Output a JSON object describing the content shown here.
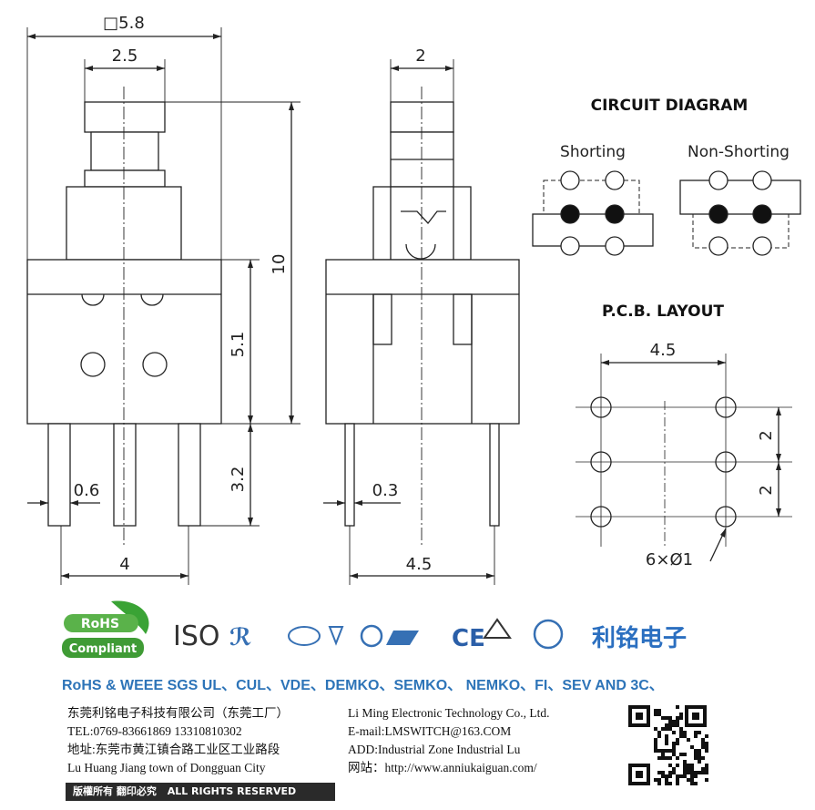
{
  "front_view": {
    "width_dim": "□5.8",
    "actuator_dim": "2.5",
    "height_dim": "10",
    "body_dim": "5.1",
    "pin_length_dim": "3.2",
    "pin_width_dim": "0.6",
    "pin_pitch_dim": "4"
  },
  "side_view": {
    "actuator_dim": "2",
    "pin_thickness_dim": "0.3",
    "pin_pitch_dim": "4.5"
  },
  "circuit": {
    "title": "CIRCUIT DIAGRAM",
    "shorting_label": "Shorting",
    "non_shorting_label": "Non-Shorting"
  },
  "pcb": {
    "title": "P.C.B. LAYOUT",
    "x_dim": "4.5",
    "y_dim_top": "2",
    "y_dim_bottom": "2",
    "holes_label": "6×Ø1"
  },
  "certs": {
    "rohs_top": "RoHS",
    "rohs_bottom": "Compliant",
    "iso": "ISO",
    "brand": "利铭电子",
    "line": "RoHS & WEEE SGS UL、CUL、VDE、DEMKO、SEMKO、 NEMKO、FI、SEV AND 3C、"
  },
  "company": {
    "cn_name": "东莞利铭电子科技有限公司（东莞工厂）",
    "tel": "TEL:0769-83661869    13310810302",
    "cn_address": "地址:东莞市黄江镇合路工业区工业路段",
    "en_address": "Lu Huang Jiang town of Dongguan City",
    "en_name": "Li Ming Electronic Technology Co., Ltd.",
    "email": "E-mail:LMSWITCH@163.COM",
    "add": "ADD:Industrial  Zone  Industrial  Lu",
    "website": "网站：http://www.anniukaiguan.com/",
    "copyright_cn": "版權所有  翻印必究",
    "copyright_en": "ALL RIGHTS RESERVED"
  }
}
